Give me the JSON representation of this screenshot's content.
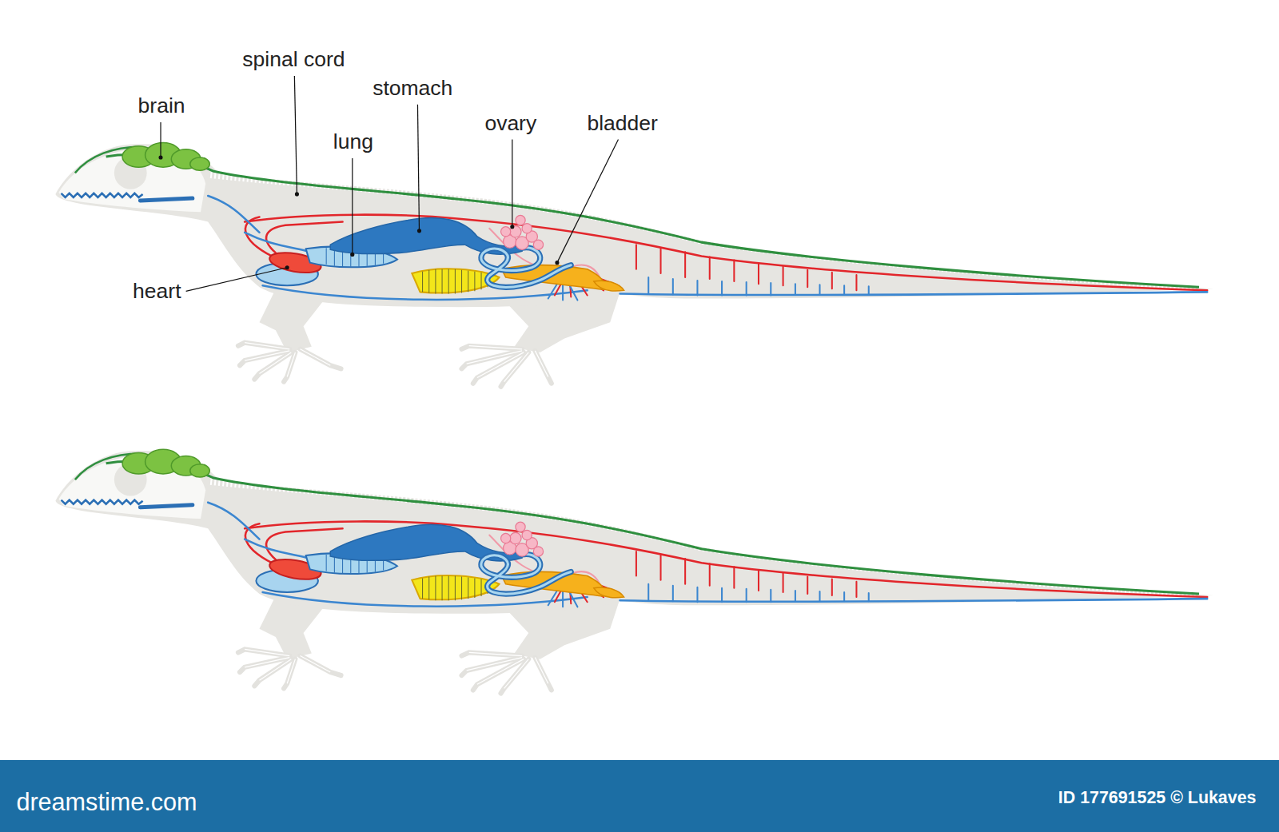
{
  "diagram": {
    "labels": [
      "spinal cord",
      "stomach",
      "brain",
      "ovary",
      "bladder",
      "lung",
      "heart",
      "dreamstime.com",
      "ID 177691525 © Lukaves"
    ]
  }
}
